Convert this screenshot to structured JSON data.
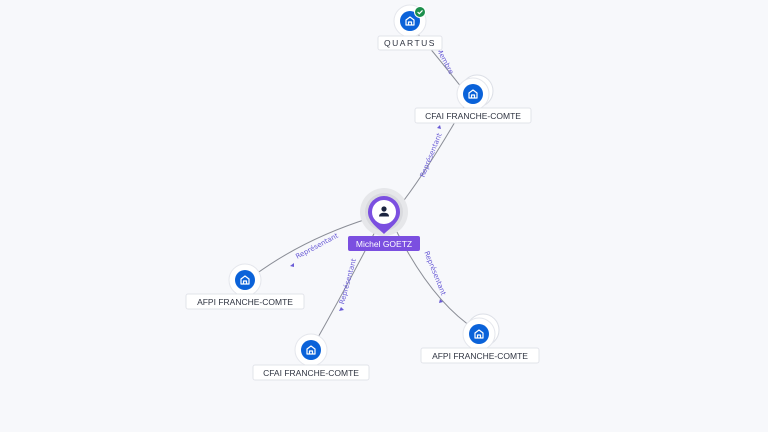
{
  "center": {
    "name": "Michel GOETZ",
    "icon": "person-icon",
    "color": "#7b4fe0"
  },
  "companies": [
    {
      "id": "quartus",
      "name": "QUARTUS",
      "icon": "building-icon",
      "verified": true,
      "verified_icon": "check-badge-icon"
    },
    {
      "id": "cfai-top",
      "name": "CFAI FRANCHE-COMTE",
      "icon": "building-icon",
      "verified": false
    },
    {
      "id": "afpi-left",
      "name": "AFPI FRANCHE-COMTE",
      "icon": "building-icon",
      "verified": false
    },
    {
      "id": "cfai-bottom",
      "name": "CFAI FRANCHE-COMTE",
      "icon": "building-icon",
      "verified": false
    },
    {
      "id": "afpi-right",
      "name": "AFPI FRANCHE-COMTE",
      "icon": "building-icon",
      "verified": false
    }
  ],
  "relations": [
    {
      "from": "cfai-top",
      "to": "quartus",
      "label": "Membre"
    },
    {
      "from": "center",
      "to": "cfai-top",
      "label": "Représentant"
    },
    {
      "from": "center",
      "to": "afpi-left",
      "label": "Représentant"
    },
    {
      "from": "center",
      "to": "cfai-bottom",
      "label": "Représentant"
    },
    {
      "from": "center",
      "to": "afpi-right",
      "label": "Représentant"
    }
  ],
  "colors": {
    "company_node": "#0a62d9",
    "relation_label": "#6a5cd6",
    "verified_badge": "#1c8f4c"
  }
}
